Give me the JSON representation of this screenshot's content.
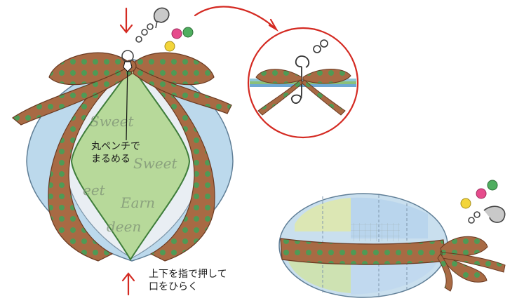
{
  "labels": {
    "pliers_line1": "丸ペンチで",
    "pliers_line2": "まるめる",
    "press_line1": "上下を指で押して",
    "press_line2": "口をひらく"
  },
  "decorative_text": [
    "Sweet",
    "Sweet",
    "eet",
    "Earn",
    "deen"
  ],
  "colors": {
    "ribbon": "#a0603a",
    "ribbon_dots": "#4f9a55",
    "arrow": "#d42a22",
    "leaf_green": "#b7d99a",
    "blue_panel": "#a9cfe6",
    "bead_pink": "#e64b8c",
    "bead_green": "#4fae5f",
    "bead_yellow": "#f3d53a"
  }
}
